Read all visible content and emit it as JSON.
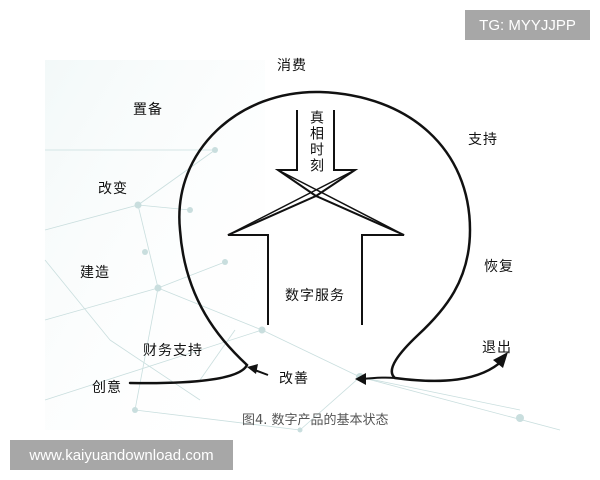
{
  "watermark_top": "TG: MYYJJPP",
  "watermark_bottom": "www.kaiyuandownload.com",
  "diagram": {
    "labels": {
      "consume": "消费",
      "prepare": "置备",
      "support": "支持",
      "change": "改变",
      "build": "建造",
      "recover": "恢复",
      "financial_support": "财务支持",
      "exit": "退出",
      "idea": "创意",
      "improve": "改善",
      "digital_service": "数字服务",
      "moment_of_truth": "真相时刻"
    },
    "caption": "图4. 数字产品的基本状态",
    "colors": {
      "line": "#111111",
      "network": "#c9dede",
      "caption": "#555555",
      "watermark_bg": "#a7a7a7"
    }
  }
}
